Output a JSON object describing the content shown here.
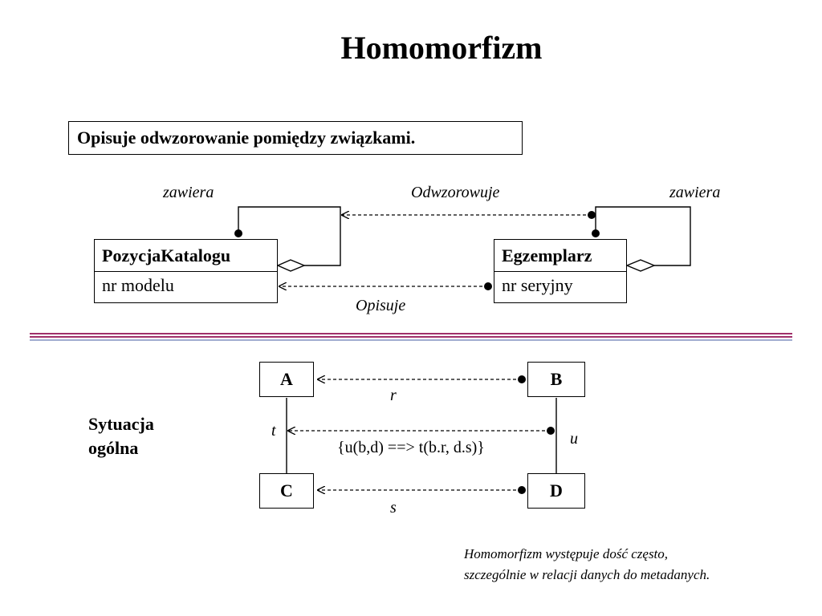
{
  "title": "Homomorfizm",
  "caption": "Opisuje odwzorowanie pomiędzy związkami.",
  "top_diagram": {
    "left_class": {
      "name": "PozycjaKatalogu",
      "attribute": "nr modelu"
    },
    "right_class": {
      "name": "Egzemplarz",
      "attribute": "nr seryjny"
    },
    "left_self_label": "zawiera",
    "right_self_label": "zawiera",
    "top_relation_label": "Odwzorowuje",
    "bottom_relation_label": "Opisuje"
  },
  "bottom_diagram": {
    "side_label_line1": "Sytuacja",
    "side_label_line2": "ogólna",
    "boxes": {
      "a": "A",
      "b": "B",
      "c": "C",
      "d": "D"
    },
    "labels": {
      "r": "r",
      "s": "s",
      "t": "t",
      "u": "u"
    },
    "constraint": "{u(b,d) ==> t(b.r, d.s)}"
  },
  "note": {
    "line1": "Homomorfizm występuje dość często,",
    "line2": "szczególnie w relacji danych do metadanych."
  },
  "colors": {
    "divider_purple": "#a0306a",
    "divider_blue": "#8090c0"
  }
}
